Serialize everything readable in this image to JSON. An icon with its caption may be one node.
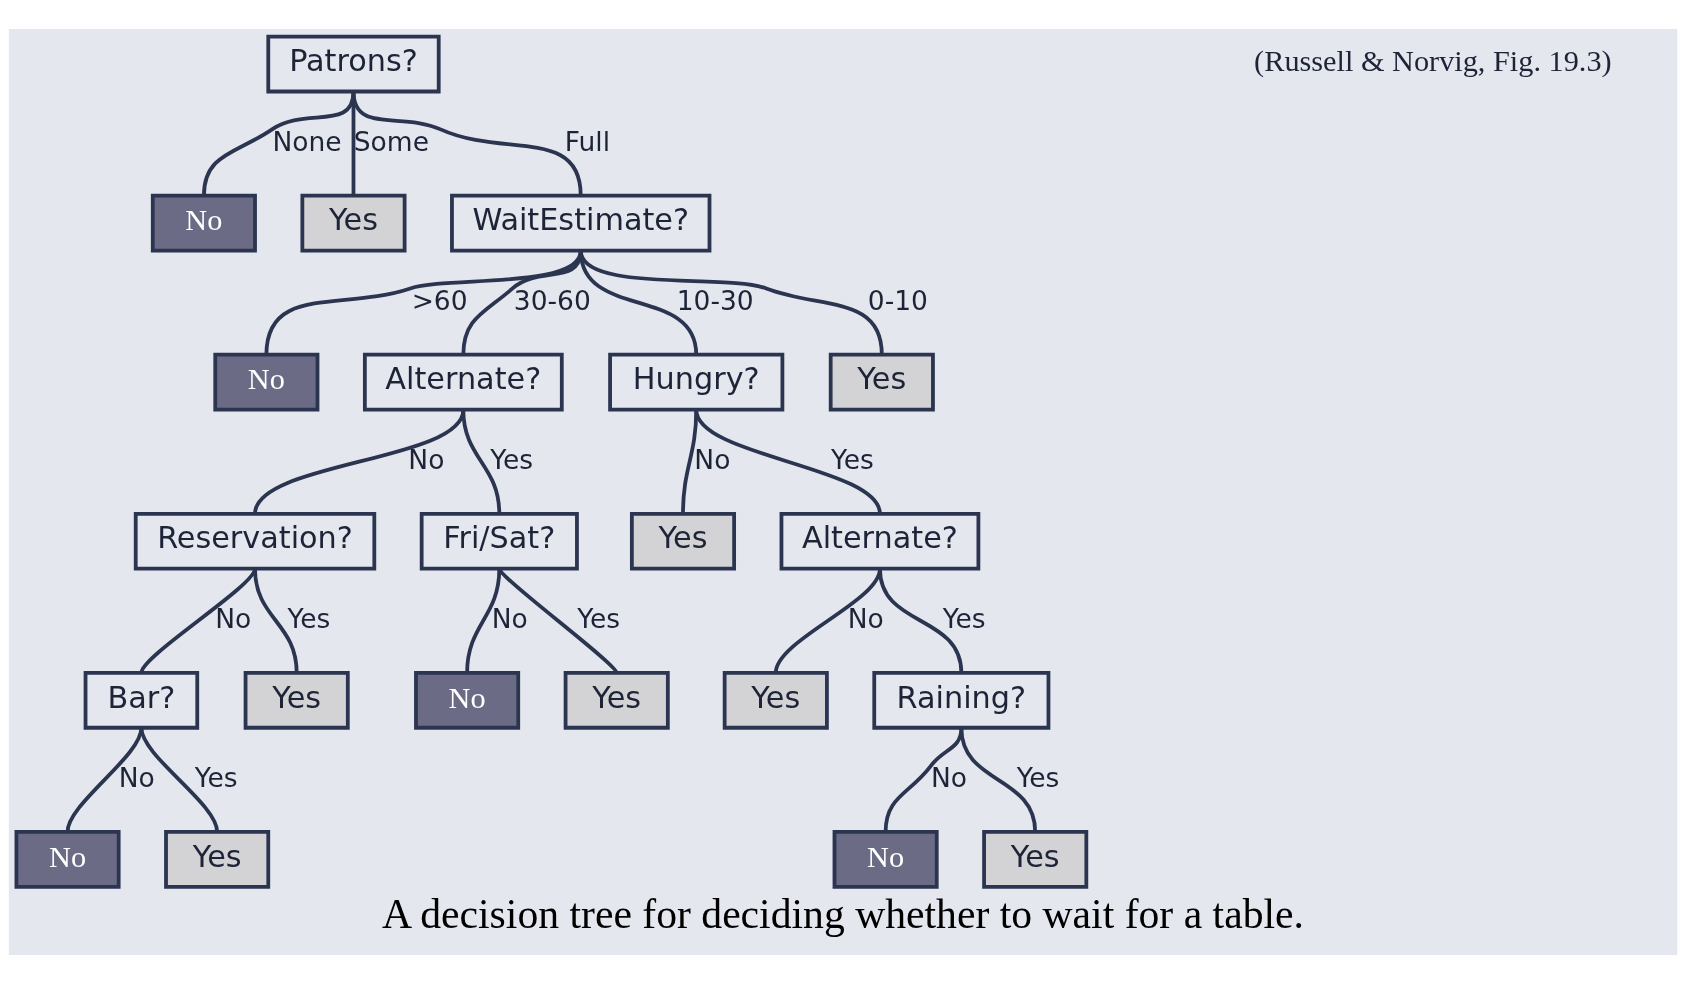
{
  "diagram": {
    "caption": "A decision tree for deciding whether to wait for a table.",
    "nodes": [
      {
        "text": [
          "Patrons?"
        ]
      },
      {
        "text": [
          "No"
        ]
      },
      {
        "text": [
          "Yes"
        ]
      },
      {
        "text": [
          "WaitEstimate?"
        ]
      },
      {
        "text": [
          "No"
        ]
      },
      {
        "text": [
          "Alternate?"
        ]
      },
      {
        "text": [
          "Hungry?"
        ]
      },
      {
        "text": [
          "Yes"
        ]
      },
      {
        "text": [
          "Reservation?"
        ]
      },
      {
        "text": [
          "Fri/Sat?"
        ]
      },
      {
        "text": [
          "Yes"
        ]
      },
      {
        "text": [
          "Alternate?"
        ]
      },
      {
        "text": [
          "Bar?"
        ]
      },
      {
        "text": [
          "Yes"
        ]
      },
      {
        "text": [
          "No"
        ]
      },
      {
        "text": [
          "Yes"
        ]
      },
      {
        "text": [
          "Yes"
        ]
      },
      {
        "text": [
          "Raining?"
        ]
      },
      {
        "text": [
          "No"
        ]
      },
      {
        "text": [
          "Yes"
        ]
      },
      {
        "text": [
          "No"
        ]
      },
      {
        "text": [
          "Yes"
        ]
      }
    ],
    "edges": [
      {
        "from": 0,
        "to": 1,
        "arrow": "none",
        "label": "None"
      },
      {
        "from": 0,
        "to": 2,
        "arrow": "none",
        "label": "Some"
      },
      {
        "from": 0,
        "to": 3,
        "arrow": "none",
        "label": "Full"
      },
      {
        "from": 3,
        "to": 4,
        "arrow": "none",
        "label": ">60"
      },
      {
        "from": 3,
        "to": 5,
        "arrow": "none",
        "label": "30-60"
      },
      {
        "from": 3,
        "to": 6,
        "arrow": "none",
        "label": "10-30"
      },
      {
        "from": 3,
        "to": 7,
        "arrow": "none",
        "label": "0-10"
      },
      {
        "from": 5,
        "to": 8,
        "arrow": "none",
        "label": "No"
      },
      {
        "from": 5,
        "to": 9,
        "arrow": "none",
        "label": "Yes"
      },
      {
        "from": 6,
        "to": 10,
        "arrow": "none",
        "label": "No"
      },
      {
        "from": 6,
        "to": 11,
        "arrow": "none",
        "label": "Yes"
      },
      {
        "from": 8,
        "to": 12,
        "arrow": "none",
        "label": "No"
      },
      {
        "from": 8,
        "to": 13,
        "arrow": "none",
        "label": "Yes"
      },
      {
        "from": 9,
        "to": 14,
        "arrow": "none",
        "label": "No"
      },
      {
        "from": 9,
        "to": 15,
        "arrow": "none",
        "label": "Yes"
      },
      {
        "from": 11,
        "to": 16,
        "arrow": "none",
        "label": "No"
      },
      {
        "from": 11,
        "to": 17,
        "arrow": "none",
        "label": "Yes"
      },
      {
        "from": 12,
        "to": 18,
        "arrow": "none",
        "label": "No"
      },
      {
        "from": 12,
        "to": 19,
        "arrow": "none",
        "label": "Yes"
      },
      {
        "from": 17,
        "to": 20,
        "arrow": "none",
        "label": "No"
      },
      {
        "from": 17,
        "to": 21,
        "arrow": "none",
        "label": "Yes"
      }
    ],
    "labels": [
      "(Russell & Norvig, Fig. 19.3)"
    ]
  }
}
